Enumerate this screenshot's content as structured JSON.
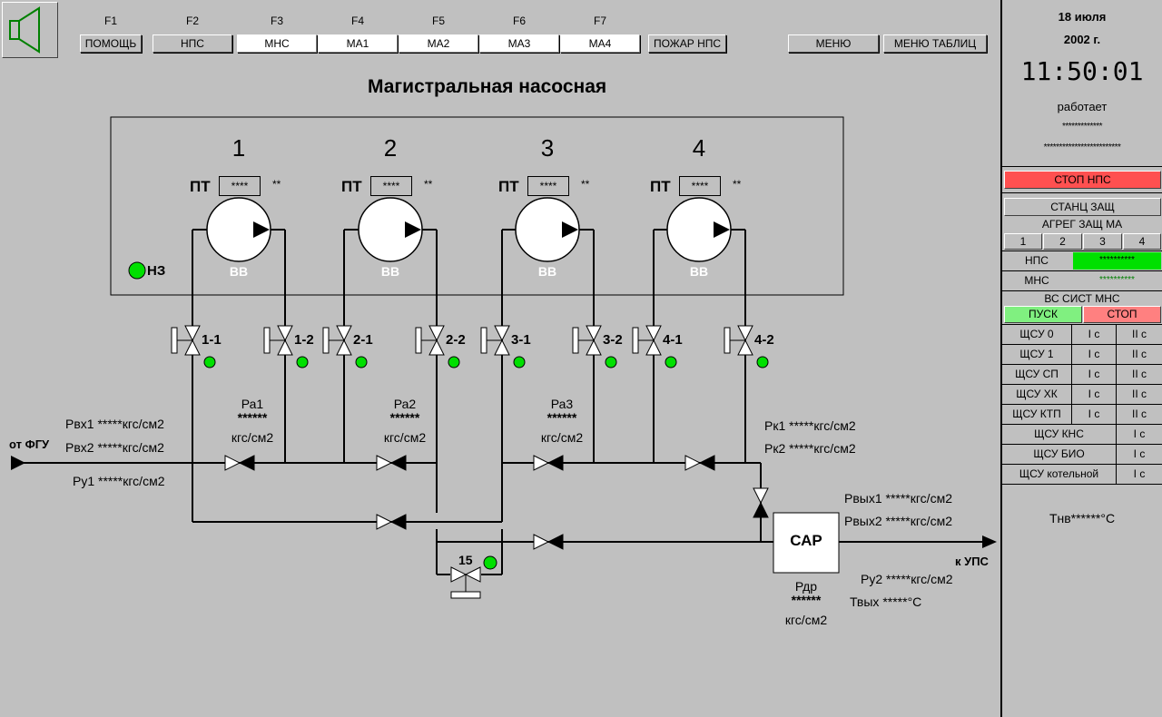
{
  "fkeys": [
    {
      "key": "F1",
      "label": "ПОМОЩЬ"
    },
    {
      "key": "F2",
      "label": "НПС"
    },
    {
      "key": "F3",
      "label": "МНС"
    },
    {
      "key": "F4",
      "label": "МА1"
    },
    {
      "key": "F5",
      "label": "МА2"
    },
    {
      "key": "F6",
      "label": "МА3"
    },
    {
      "key": "F7",
      "label": "МА4"
    }
  ],
  "toolbar": {
    "fire": "ПОЖАР НПС",
    "menu": "МЕНЮ",
    "menu_tables": "МЕНЮ ТАБЛИЦ"
  },
  "title": "Магистральная насосная",
  "logo_icon": "speaker-icon",
  "pumps": [
    {
      "num": "1",
      "pt": "ПТ",
      "box": "****",
      "stars": "**",
      "label": "ВВ"
    },
    {
      "num": "2",
      "pt": "ПТ",
      "box": "****",
      "stars": "**",
      "label": "ВВ"
    },
    {
      "num": "3",
      "pt": "ПТ",
      "box": "****",
      "stars": "**",
      "label": "ВВ"
    },
    {
      "num": "4",
      "pt": "ПТ",
      "box": "****",
      "stars": "**",
      "label": "ВВ"
    }
  ],
  "nz": "НЗ",
  "valves": [
    "1-1",
    "1-2",
    "2-1",
    "2-2",
    "3-1",
    "3-2",
    "4-1",
    "4-2"
  ],
  "valve15": "15",
  "pressures": {
    "pvx1": "Рвх1 *****кгс/см2",
    "pvx2": "Рвх2 *****кгс/см2",
    "py1": "Ру1 *****кгс/см2",
    "from": "от ФГУ",
    "pa1": {
      "name": "Ра1",
      "val": "******",
      "unit": "кгс/см2"
    },
    "pa2": {
      "name": "Ра2",
      "val": "******",
      "unit": "кгс/см2"
    },
    "pa3": {
      "name": "Ра3",
      "val": "******",
      "unit": "кгс/см2"
    },
    "pk1": "Рк1 *****кгс/см2",
    "pk2": "Рк2 *****кгс/см2",
    "pvyh1": "Рвых1 *****кгс/см2",
    "pvyh2": "Рвых2 *****кгс/см2",
    "py2": "Ру2 *****кгс/см2",
    "tvyh": "Твых *****°С",
    "to": "к УПС",
    "sar": "САР",
    "pdr": {
      "name": "Рдр",
      "val": "******",
      "unit": "кгс/см2"
    }
  },
  "panel": {
    "date1": "18 июля",
    "date2": "2002 г.",
    "time": "11:50:01",
    "status": "работает",
    "stars1": "*************",
    "stars2": "*************************",
    "stop_nps": "СТОП НПС",
    "stanc": "СТАНЦ ЗАЩ",
    "agreg": "АГРЕГ ЗАЩ МА",
    "agreg_btns": [
      "1",
      "2",
      "3",
      "4"
    ],
    "nps_label": "НПС",
    "nps_val": "**********",
    "mns_label": "МНС",
    "mns_val": "**********",
    "vs": "ВС СИСТ МНС",
    "start": "ПУСК",
    "stop": "СТОП",
    "rows": [
      {
        "name": "ЩСУ 0",
        "c1": "I с",
        "c2": "II с"
      },
      {
        "name": "ЩСУ 1",
        "c1": "I с",
        "c2": "II с"
      },
      {
        "name": "ЩСУ СП",
        "c1": "I с",
        "c2": "II с"
      },
      {
        "name": "ЩСУ ХК",
        "c1": "I с",
        "c2": "II с"
      },
      {
        "name": "ЩСУ КТП",
        "c1": "I с",
        "c2": "II с"
      }
    ],
    "rows2": [
      {
        "name": "ЩСУ КНС",
        "c1": "I с"
      },
      {
        "name": "ЩСУ БИО",
        "c1": "I с"
      },
      {
        "name": "ЩСУ котельной",
        "c1": "I с"
      }
    ],
    "tnv": "Тнв******°С"
  },
  "colors": {
    "bg": "#c0c0c0",
    "green": "#00e000",
    "red": "#ff5050",
    "lightgreen": "#80f080",
    "salmon": "#ff8080"
  }
}
